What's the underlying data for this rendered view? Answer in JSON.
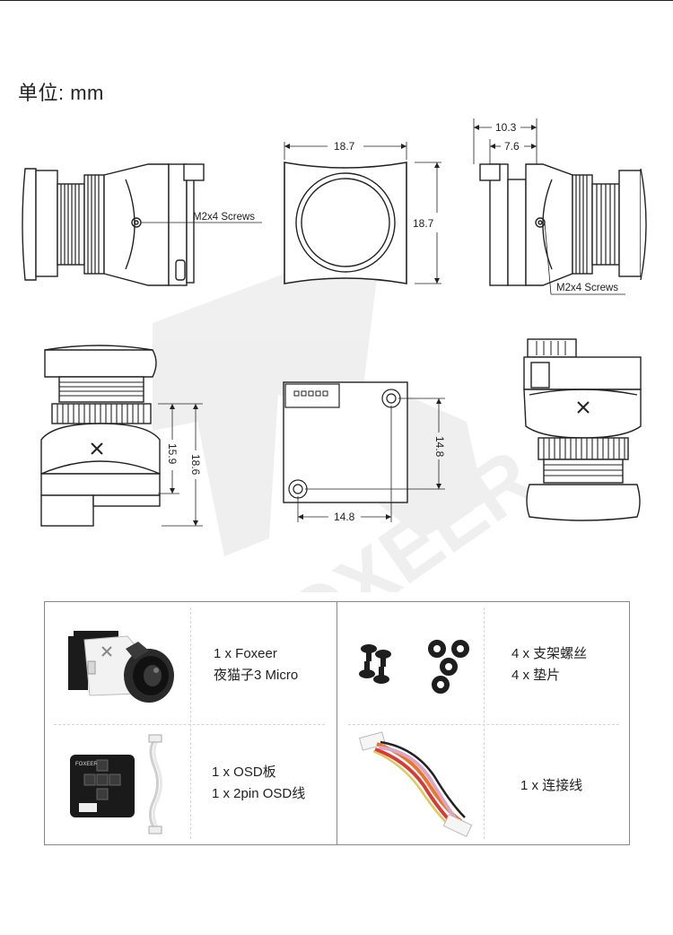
{
  "header": {
    "unit_label": "单位: mm"
  },
  "dimensions": {
    "side_width": "10.3",
    "side_depth": "7.6",
    "front_width": "18.7",
    "front_height": "18.7",
    "rear_height": "14.8",
    "rear_width": "14.8",
    "body_height": "15.9",
    "total_height": "18.6",
    "screw_label_left": "M2x4 Screws",
    "screw_label_right": "M2x4 Screws"
  },
  "watermark": {
    "text": "FOXEER"
  },
  "package": {
    "items": [
      {
        "lines": [
          "1 x Foxeer",
          "夜猫子3 Micro"
        ]
      },
      {
        "lines": [
          "4 x 支架螺丝",
          "4 x 垫片"
        ]
      },
      {
        "lines": [
          "1 x OSD板",
          "1 x 2pin OSD线"
        ]
      },
      {
        "lines": [
          "1 x 连接线"
        ]
      }
    ]
  }
}
